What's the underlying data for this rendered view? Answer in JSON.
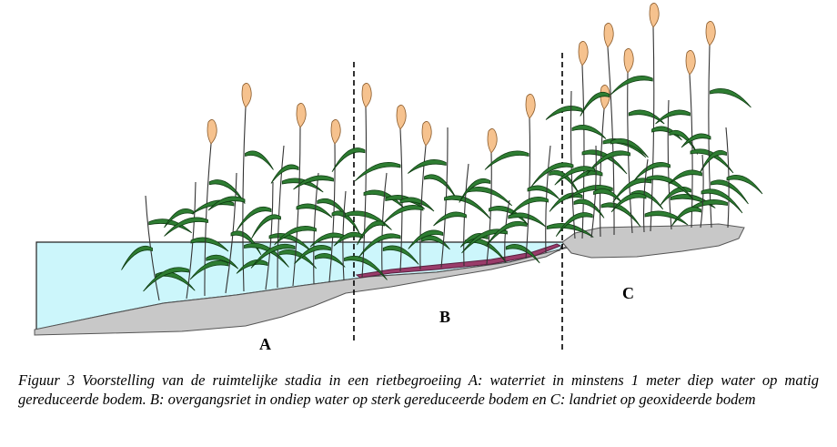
{
  "labels": {
    "zone_a": "A",
    "zone_b": "B",
    "zone_c": "C"
  },
  "caption": "Figuur 3 Voorstelling van de ruimtelijke stadia in een rietbegroeiing A: waterriet in minstens 1 meter diep water op matig gereduceerde bodem. B: overgangsriet in ondiep water op sterk gereduceerde bodem en C: landriet op geoxideerde bodem",
  "colors": {
    "water": "#ccf6fb",
    "soil": "#c8c8c8",
    "reduced_layer": "#9a3c6a",
    "leaf": "#2e7d32",
    "plume": "#f6c28e"
  }
}
